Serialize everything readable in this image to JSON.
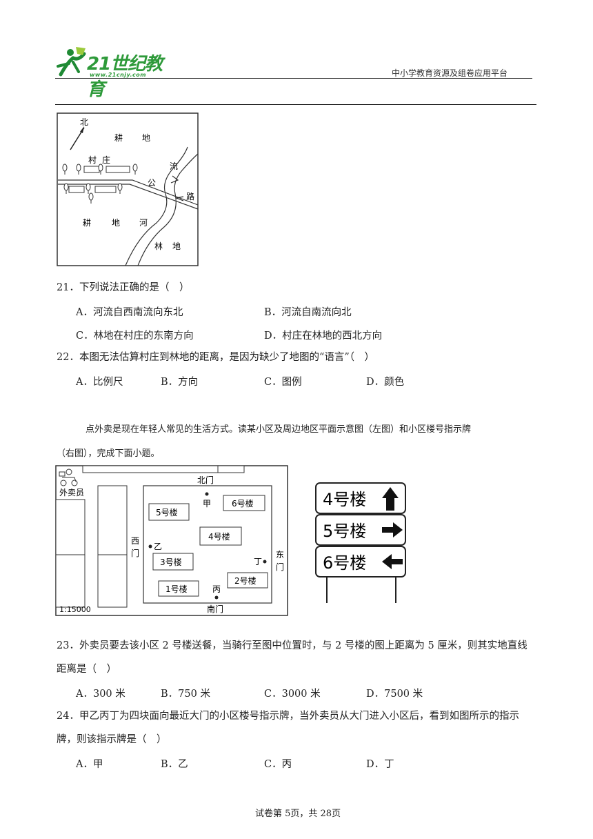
{
  "header": {
    "logo_text": "21世纪教育",
    "logo_sub": "www.21cnjy.com",
    "platform": "中小学教育资源及组卷应用平台"
  },
  "map1": {
    "north": "北",
    "labels": [
      "耕",
      "地",
      "村",
      "庄",
      "流",
      "公",
      "路",
      "耕",
      "地",
      "河",
      "林",
      "地"
    ]
  },
  "q21": {
    "stem": "21．下列说法正确的是（　）",
    "options": [
      "A．河流自西南流向东北",
      "B．河流自南流向北",
      "C．林地在村庄的东南方向",
      "D．村庄在林地的西北方向"
    ]
  },
  "q22": {
    "stem": "22．本图无法估算村庄到林地的距离，是因为缺少了地图的“语言”（　）",
    "options": [
      "A．比例尺",
      "B．方向",
      "C．图例",
      "D．颜色"
    ]
  },
  "passage": {
    "line1": "点外卖是现在年轻人常见的生活方式。读某小区及周边地区平面示意图（左图）和小区楼号指示牌",
    "line2": "（右图），完成下面小题。"
  },
  "map2": {
    "rider": "外卖员",
    "north_gate": "北门",
    "west_gate_1": "西",
    "west_gate_2": "门",
    "east_gate_1": "东",
    "east_gate_2": "门",
    "south_gate": "南门",
    "jia": "甲",
    "yi": "乙",
    "bing": "丙",
    "ding": "丁",
    "b5": "5号楼",
    "b6": "6号楼",
    "b4": "4号楼",
    "b3": "3号楼",
    "b1": "1号楼",
    "b2": "2号楼",
    "scale": "1:15000"
  },
  "sign": {
    "rows": [
      "4号楼",
      "5号楼",
      "6号楼"
    ],
    "arrows": [
      "up",
      "right",
      "left"
    ]
  },
  "q23": {
    "line1": "23．外卖员要去该小区 2 号楼送餐，当骑行至图中位置时，与 2 号楼的图上距离为 5 厘米，则其实地直线",
    "line2": "距离是（　）",
    "options": [
      "A．300 米",
      "B．750 米",
      "C．3000 米",
      "D．7500 米"
    ]
  },
  "q24": {
    "line1": "24．甲乙丙丁为四块面向最近大门的小区楼号指示牌，当外卖员从大门进入小区后，看到如图所示的指示",
    "line2": "牌，则该指示牌是（　）",
    "options": [
      "A．甲",
      "B．乙",
      "C．丙",
      "D．丁"
    ]
  },
  "footer": "试卷第 5页，共 28页"
}
